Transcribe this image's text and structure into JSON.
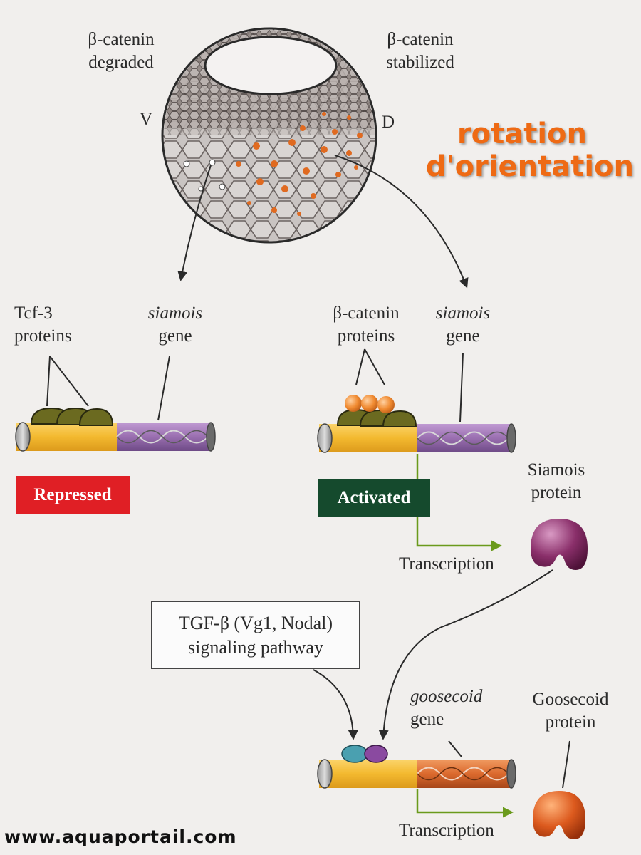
{
  "embryo": {
    "left_label": "β-catenin\ndegraded",
    "right_label": "β-catenin\nstabilized",
    "ventral": "V",
    "dorsal": "D"
  },
  "overlay": {
    "line1": "rotation",
    "line2": "d'orientation"
  },
  "left_gene": {
    "protein_label": "Tcf-3\nproteins",
    "gene_label_italic": "siamois",
    "gene_label_rest": "gene",
    "status": "Repressed",
    "status_color": "#e01f25"
  },
  "right_gene": {
    "protein_label": "β-catenin\nproteins",
    "gene_label_italic": "siamois",
    "gene_label_rest": "gene",
    "status": "Activated",
    "status_color": "#154a2d",
    "transcription": "Transcription",
    "product_label": "Siamois\nprotein"
  },
  "signaling": {
    "box_text": "TGF-β (Vg1, Nodal)\nsignaling pathway"
  },
  "bottom_gene": {
    "gene_label_italic": "goosecoid",
    "gene_label_rest": "gene",
    "transcription": "Transcription",
    "product_label": "Goosecoid\nprotein"
  },
  "watermark": "www.aquaportail.com",
  "colors": {
    "yellow_region": "#f3b92f",
    "purple_region": "#9a6fb0",
    "orange_region": "#dc6a2e",
    "arrow_green": "#6a9a1c",
    "siamois_protein": "#8a2f6a",
    "goosecoid_protein": "#dc5a1e",
    "beta_catenin_ball": "#f08a30",
    "tcf3": "#6b6a20"
  }
}
